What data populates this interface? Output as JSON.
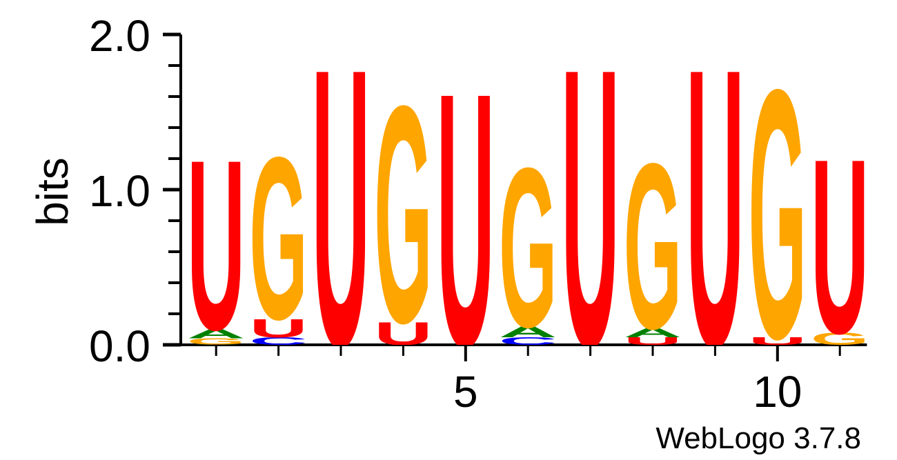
{
  "chart_data": {
    "type": "sequence-logo",
    "alphabet": "RNA",
    "ylabel": "bits",
    "ylim": [
      0,
      2
    ],
    "y_ticks": [
      "0.0",
      "1.0",
      "2.0"
    ],
    "y_tick_values": [
      0,
      1,
      2
    ],
    "x_ticks": [
      "5",
      "10"
    ],
    "x_tick_positions": [
      5,
      10
    ],
    "positions": [
      1,
      2,
      3,
      4,
      5,
      6,
      7,
      8,
      9,
      10,
      11
    ],
    "columns": [
      {
        "position": 1,
        "stack": [
          {
            "base": "A",
            "bits": 0.003
          },
          {
            "base": "G",
            "bits": 0.04
          },
          {
            "base": "A",
            "bits": 0.06
          },
          {
            "base": "U",
            "bits": 1.12
          }
        ]
      },
      {
        "position": 2,
        "stack": [
          {
            "base": "C",
            "bits": 0.05
          },
          {
            "base": "U",
            "bits": 0.12
          },
          {
            "base": "G",
            "bits": 1.07
          }
        ]
      },
      {
        "position": 3,
        "stack": [
          {
            "base": "U",
            "bits": 1.83
          }
        ]
      },
      {
        "position": 4,
        "stack": [
          {
            "base": "U",
            "bits": 0.15
          },
          {
            "base": "G",
            "bits": 1.43
          }
        ]
      },
      {
        "position": 5,
        "stack": [
          {
            "base": "U",
            "bits": 1.67
          }
        ]
      },
      {
        "position": 6,
        "stack": [
          {
            "base": "C",
            "bits": 0.05
          },
          {
            "base": "A",
            "bits": 0.07
          },
          {
            "base": "G",
            "bits": 1.05
          }
        ]
      },
      {
        "position": 7,
        "stack": [
          {
            "base": "U",
            "bits": 1.83
          }
        ]
      },
      {
        "position": 8,
        "stack": [
          {
            "base": "U",
            "bits": 0.05
          },
          {
            "base": "A",
            "bits": 0.06
          },
          {
            "base": "G",
            "bits": 1.09
          }
        ]
      },
      {
        "position": 9,
        "stack": [
          {
            "base": "U",
            "bits": 1.83
          }
        ]
      },
      {
        "position": 10,
        "stack": [
          {
            "base": "U",
            "bits": 0.05
          },
          {
            "base": "G",
            "bits": 1.64
          }
        ]
      },
      {
        "position": 11,
        "stack": [
          {
            "base": "G",
            "bits": 0.08
          },
          {
            "base": "U",
            "bits": 1.15
          }
        ]
      }
    ],
    "colors": {
      "A": "#008000",
      "C": "#0000ff",
      "G": "#ffa500",
      "U": "#ff0000"
    }
  },
  "credit": "WebLogo 3.7.8"
}
